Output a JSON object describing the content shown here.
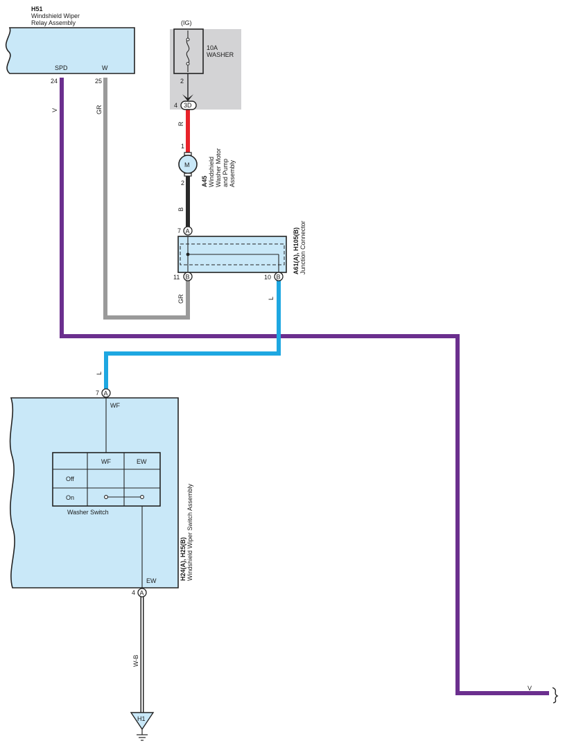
{
  "relay": {
    "code": "H51",
    "name_line1": "Windshield Wiper",
    "name_line2": "Relay Assembly",
    "term_spd": "SPD",
    "term_w": "W",
    "pin_spd": "24",
    "pin_w": "25"
  },
  "fuse": {
    "supply": "(IG)",
    "rating": "10A",
    "name": "WASHER",
    "pin_bottom": "2",
    "conn_pin": "4",
    "conn_code": "3D"
  },
  "motor": {
    "code": "A45",
    "name_line1": "Windshield",
    "name_line2": "Washer Motor",
    "name_line3": "and Pump",
    "name_line4": "Assembly",
    "symbol": "M",
    "pin_top": "1",
    "pin_bottom": "2"
  },
  "junction": {
    "code": "A61(A), H105(B)",
    "name": "Junction Connector",
    "pin_in": "7",
    "conn_in": "A",
    "pin_out_left": "11",
    "conn_out_left": "B",
    "pin_out_right": "10",
    "conn_out_right": "B"
  },
  "washer_switch": {
    "code": "H24(A), H25(B)",
    "name": "Windshield Wiper Switch Assembly",
    "pin_top": "7",
    "conn_top": "A",
    "term_top": "WF",
    "pin_bottom": "4",
    "conn_bottom": "A",
    "term_bottom": "EW",
    "table_col1": "WF",
    "table_col2": "EW",
    "row_off": "Off",
    "row_on": "On",
    "caption": "Washer Switch"
  },
  "ground": {
    "code": "H1"
  },
  "wires": {
    "relay_spd": "V",
    "relay_w": "GR",
    "fuse_to_motor": "R",
    "motor_to_junction": "B",
    "junction_left": "GR",
    "junction_right": "L",
    "switch_in": "L",
    "switch_ground": "W-B",
    "exit_right": "V"
  },
  "colors": {
    "component_fill": "#c9e8f8",
    "fuse_box_fill": "#d3d3d5",
    "wire_violet": "#6b2f8e",
    "wire_gray": "#9a9a9a",
    "wire_red": "#e8232a",
    "wire_black": "#2a2a2a",
    "wire_blue": "#1ea7e1"
  }
}
